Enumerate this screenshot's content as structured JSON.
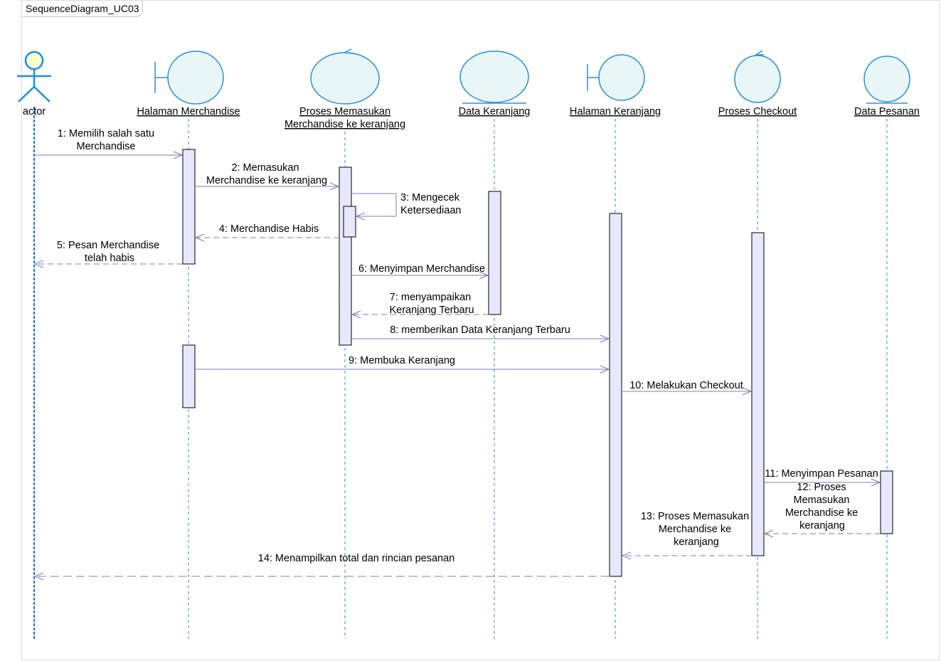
{
  "diagram": {
    "frame_title": "SequenceDiagram_UC03",
    "lifelines": [
      {
        "id": "actor",
        "kind": "actor",
        "name": "actor"
      },
      {
        "id": "halaman_merchandise",
        "kind": "boundary",
        "name": "Halaman Merchandise"
      },
      {
        "id": "proses_memasukan",
        "kind": "control",
        "name_lines": [
          "Proses Memasukan",
          "Merchandise ke keranjang"
        ]
      },
      {
        "id": "data_keranjang",
        "kind": "entity",
        "name": "Data Keranjang"
      },
      {
        "id": "halaman_keranjang",
        "kind": "boundary",
        "name": "Halaman Keranjang"
      },
      {
        "id": "proses_checkout",
        "kind": "control",
        "name": "Proses Checkout"
      },
      {
        "id": "data_pesanan",
        "kind": "entity",
        "name": "Data Pesanan"
      }
    ],
    "messages": [
      {
        "number": 1,
        "lines": [
          "1: Memilih salah satu",
          "Merchandise"
        ],
        "from": "actor",
        "to": "halaman_merchandise",
        "type": "sync"
      },
      {
        "number": 2,
        "lines": [
          "2: Memasukan",
          "Merchandise ke keranjang"
        ],
        "from": "halaman_merchandise",
        "to": "proses_memasukan",
        "type": "sync"
      },
      {
        "number": 3,
        "lines": [
          "3: Mengecek",
          "Ketersediaan"
        ],
        "from": "proses_memasukan",
        "to": "proses_memasukan",
        "type": "self"
      },
      {
        "number": 4,
        "lines": [
          "4: Merchandise Habis"
        ],
        "from": "proses_memasukan",
        "to": "halaman_merchandise",
        "type": "return"
      },
      {
        "number": 5,
        "lines": [
          "5: Pesan Merchandise",
          "telah habis"
        ],
        "from": "halaman_merchandise",
        "to": "actor",
        "type": "return"
      },
      {
        "number": 6,
        "lines": [
          "6: Menyimpan Merchandise"
        ],
        "from": "proses_memasukan",
        "to": "data_keranjang",
        "type": "sync"
      },
      {
        "number": 7,
        "lines": [
          "7: menyampaikan",
          "Keranjang Terbaru"
        ],
        "from": "data_keranjang",
        "to": "proses_memasukan",
        "type": "return"
      },
      {
        "number": 8,
        "lines": [
          "8: memberikan Data Keranjang Terbaru"
        ],
        "from": "proses_memasukan",
        "to": "halaman_keranjang",
        "type": "sync"
      },
      {
        "number": 9,
        "lines": [
          "9: Membuka Keranjang"
        ],
        "from": "halaman_merchandise",
        "to": "halaman_keranjang",
        "type": "sync"
      },
      {
        "number": 10,
        "lines": [
          "10: Melakukan Checkout"
        ],
        "from": "halaman_keranjang",
        "to": "proses_checkout",
        "type": "sync"
      },
      {
        "number": 11,
        "lines": [
          "11: Menyimpan Pesanan"
        ],
        "from": "proses_checkout",
        "to": "data_pesanan",
        "type": "sync"
      },
      {
        "number": 12,
        "lines": [
          "12: Proses",
          "Memasukan",
          "Merchandise ke",
          "keranjang"
        ],
        "from": "data_pesanan",
        "to": "proses_checkout",
        "type": "return"
      },
      {
        "number": 13,
        "lines": [
          "13: Proses Memasukan",
          "Merchandise ke",
          "keranjang"
        ],
        "from": "proses_checkout",
        "to": "halaman_keranjang",
        "type": "return"
      },
      {
        "number": 14,
        "lines": [
          "14: Menampilkan total dan rincian pesanan"
        ],
        "from": "halaman_keranjang",
        "to": "actor",
        "type": "return"
      }
    ],
    "colors": {
      "symbol_fill": "#e8f6f8",
      "symbol_stroke": "#2a8fd6",
      "actor_stroke": "#1a8fe8",
      "actor_head_fill": "#ffffcc",
      "lifeline": "#2a8fd6",
      "activation_fill": "#e8e8fc",
      "activation_stroke": "#000000",
      "message": "#7c7cb8"
    }
  }
}
